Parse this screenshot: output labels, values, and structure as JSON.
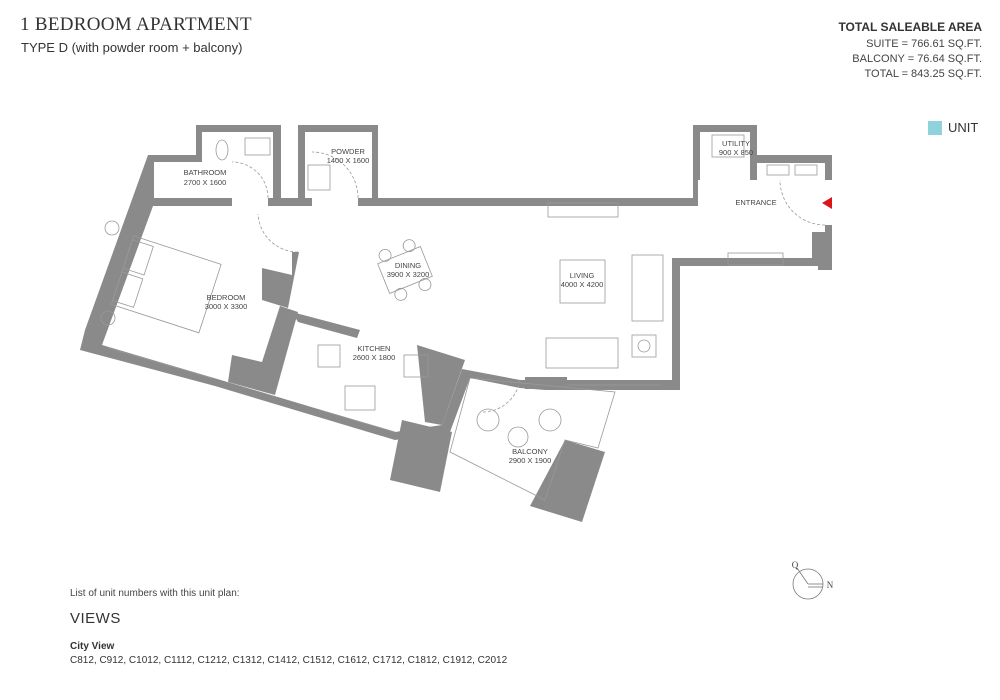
{
  "header": {
    "title": "1 BEDROOM APARTMENT",
    "subtitle": "TYPE D (with powder room + balcony)"
  },
  "area": {
    "heading": "TOTAL SALEABLE AREA",
    "suite": "SUITE = 766.61 SQ.FT.",
    "balcony": "BALCONY = 76.64 SQ.FT.",
    "total": "TOTAL = 843.25 SQ.FT."
  },
  "legend": {
    "label": "UNIT",
    "color": "#8fd3da"
  },
  "rooms": {
    "bathroom": {
      "name": "BATHROOM",
      "size": "2700 X 1600"
    },
    "powder": {
      "name": "POWDER",
      "size": "1400 X 1600"
    },
    "utility": {
      "name": "UTILITY",
      "size": "900 X 850"
    },
    "entrance": {
      "name": "ENTRANCE"
    },
    "dining": {
      "name": "DINING",
      "size": "3900 X 3200"
    },
    "living": {
      "name": "LIVING",
      "size": "4000 X 4200"
    },
    "bedroom": {
      "name": "BEDROOM",
      "size": "3000 X 3300"
    },
    "kitchen": {
      "name": "KITCHEN",
      "size": "2600 X 1800"
    },
    "balcony": {
      "name": "BALCONY",
      "size": "2900 X 1900"
    }
  },
  "compass": {
    "mark": "Q",
    "north": "N"
  },
  "entrance_marker_color": "#d9141b",
  "footer": {
    "caption": "List of unit numbers with this unit plan:",
    "views_heading": "VIEWS",
    "view_name": "City View",
    "units": "C812, C912, C1012, C1112, C1212, C1312, C1412, C1512, C1612, C1712, C1812, C1912, C2012"
  }
}
